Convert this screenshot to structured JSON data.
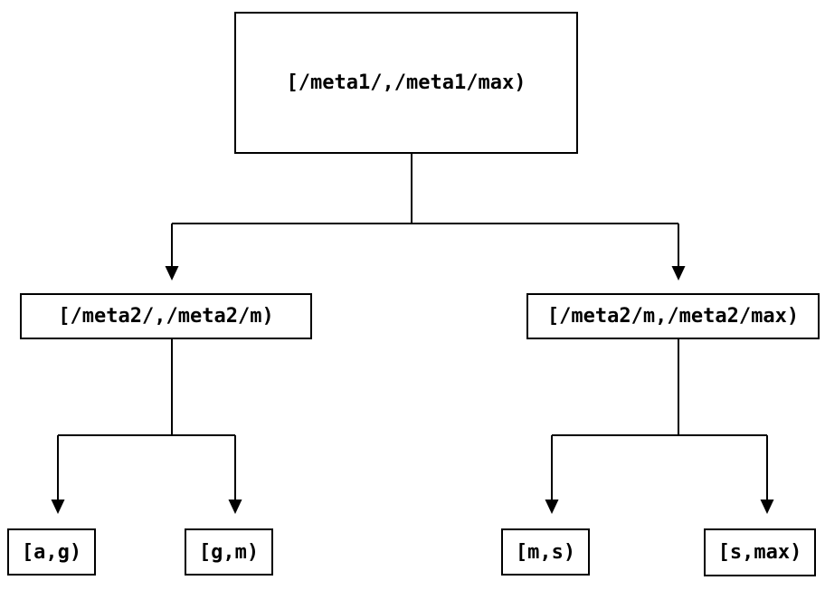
{
  "diagram": {
    "type": "binary-interval-tree",
    "root": {
      "label": "[/meta1/,/meta1/max)",
      "children": [
        {
          "label": "[/meta2/,/meta2/m)",
          "children": [
            {
              "label": "[a,g)"
            },
            {
              "label": "[g,m)"
            }
          ]
        },
        {
          "label": "[/meta2/m,/meta2/max)",
          "children": [
            {
              "label": "[m,s)"
            },
            {
              "label": "[s,max)"
            }
          ]
        }
      ]
    }
  },
  "colors": {
    "background": "#ffffff",
    "box_border": "#000000",
    "line": "#000000",
    "text": "#000000"
  }
}
